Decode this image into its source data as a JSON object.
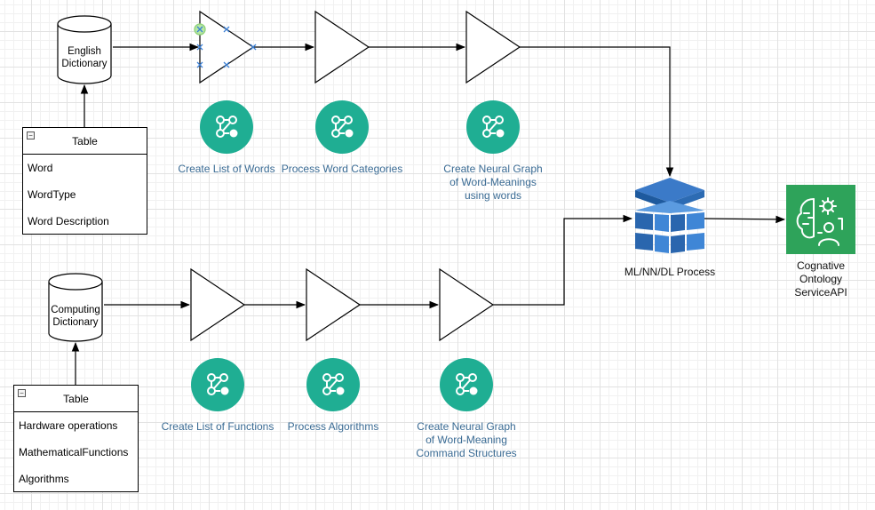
{
  "databases": [
    {
      "id": "english",
      "label": "English\nDictionary"
    },
    {
      "id": "computing",
      "label": "Computing\nDictionary"
    }
  ],
  "tables": [
    {
      "title": "Table",
      "rows": [
        "Word",
        "WordType",
        "Word Description"
      ]
    },
    {
      "title": "Table",
      "rows": [
        "Hardware operations",
        "MathematicalFunctions",
        "Algorithms"
      ]
    }
  ],
  "steps_top": [
    {
      "label": "Create List of Words",
      "icon": "workflow-icon"
    },
    {
      "label": "Process Word Categories",
      "icon": "workflow-icon"
    },
    {
      "label": "Create Neural Graph\nof Word-Meanings\nusing words",
      "icon": "workflow-icon"
    }
  ],
  "steps_bottom": [
    {
      "label": "Create List of Functions",
      "icon": "workflow-icon"
    },
    {
      "label": "Process Algorithms",
      "icon": "workflow-icon"
    },
    {
      "label": "Create Neural Graph\nof Word-Meaning\nCommand Structures",
      "icon": "workflow-icon"
    }
  ],
  "process": {
    "label": "ML/NN/DL Process",
    "icon": "stacked-cube-icon"
  },
  "output": {
    "label": "Cognative\nOntology\nServiceAPI",
    "icon": "brain-gear-icon"
  },
  "colors": {
    "icon_green": "#1fae93",
    "ml_blue": "#2f6db5",
    "api_green": "#2ea35a",
    "label_blue": "#3a6b94",
    "selection_handle": "#3a7fd5"
  }
}
